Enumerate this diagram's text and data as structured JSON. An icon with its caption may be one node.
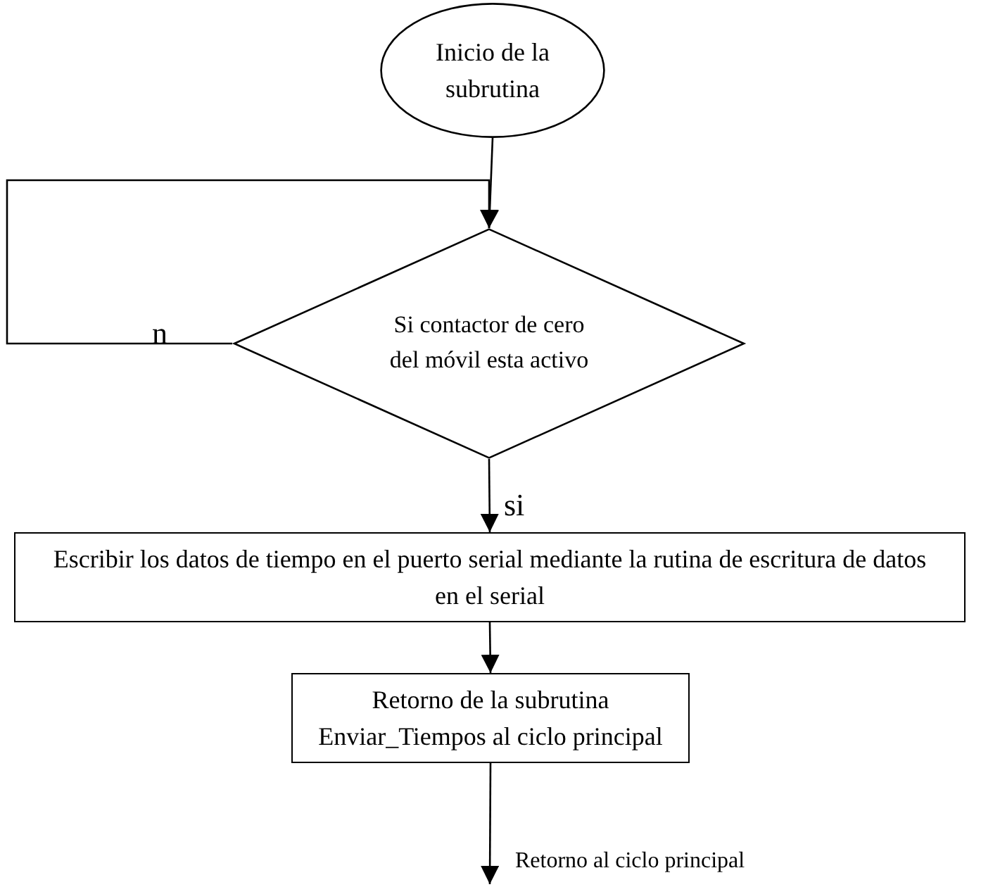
{
  "diagram": {
    "nodes": [
      {
        "text": [
          "Inicio de la subrutina"
        ]
      },
      {
        "text": [
          "Si contactor de cero del  móvil esta activo"
        ]
      },
      {
        "text": [
          "Escribir los datos de tiempo en el puerto serial mediante la rutina de escritura de datos en el serial"
        ]
      },
      {
        "text": [
          "Retorno de la subrutina Enviar_Tiempos al ciclo principal"
        ]
      }
    ],
    "edges": [
      {
        "from": 0,
        "to": 1,
        "arrow": "to"
      },
      {
        "from": 1,
        "to": 1,
        "arrow": "to",
        "label": "n"
      },
      {
        "from": 1,
        "to": 2,
        "arrow": "to",
        "label": "si"
      },
      {
        "from": 2,
        "to": 3,
        "arrow": "to"
      },
      {
        "from": 3,
        "to": null,
        "arrow": "to",
        "label": "Retorno al ciclo principal"
      }
    ]
  }
}
